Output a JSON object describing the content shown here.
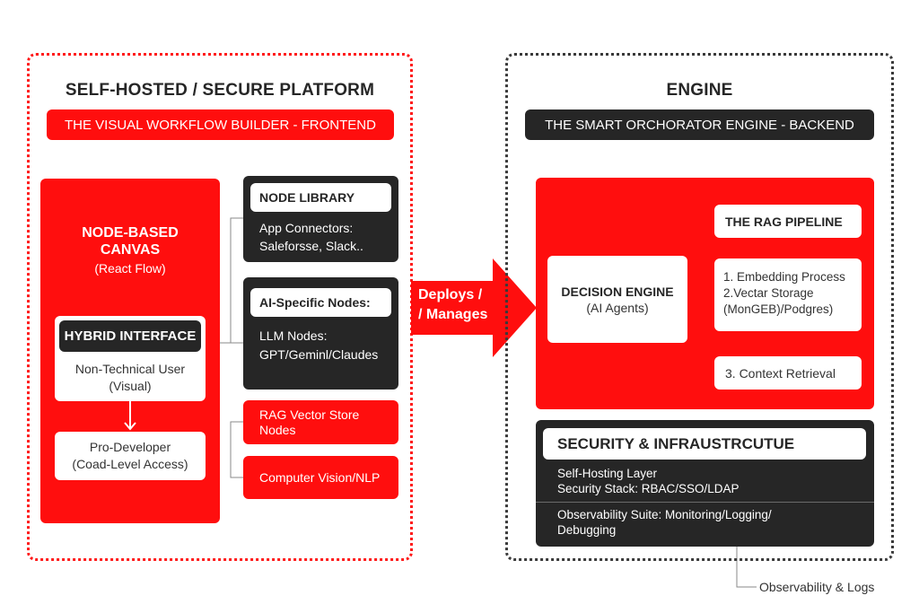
{
  "colors": {
    "accent_red": "#ff0e0e",
    "dark": "#262626",
    "white": "#ffffff"
  },
  "left_panel": {
    "title": "SELF-HOSTED / SECURE PLATFORM",
    "subtitle": "THE VISUAL WORKFLOW BUILDER - FRONTEND",
    "canvas": {
      "title_line1": "NODE-BASED",
      "title_line2": "CANVAS",
      "subtitle": "(React Flow)"
    },
    "hybrid_interface": {
      "title": "HYBRID INTERFACE",
      "line1": "Non-Technical User",
      "line2": "(Visual)"
    },
    "pro_developer": {
      "line1": "Pro-Developer",
      "line2": "(Coad-Level Access)"
    },
    "node_library": {
      "title": "NODE LIBRARY",
      "line1": "App Connectors:",
      "line2": "Saleforsse, Slack.."
    },
    "ai_nodes": {
      "title": "AI-Specific Nodes:",
      "line1": "LLM Nodes:",
      "line2": "GPT/Geminl/Claudes"
    },
    "rag_vector_store": {
      "line1": "RAG Vector Store",
      "line2": "Nodes"
    },
    "computer_vision": {
      "label": "Computer Vision/NLP"
    }
  },
  "arrow": {
    "line1": "Deploys /",
    "line2": "/ Manages"
  },
  "right_panel": {
    "title": "ENGINE",
    "subtitle": "THE SMART ORCHORATOR ENGINE - BACKEND",
    "decision_engine": {
      "title": "DECISION ENGINE",
      "subtitle": "(AI Agents)"
    },
    "rag_pipeline": {
      "title": "THE RAG PIPELINE",
      "step1": "1. Embedding Process",
      "step2_line1": "2.Vectar Storage",
      "step2_line2": "(MonGEB)/Podgres)",
      "step3": "3. Context Retrieval"
    },
    "security": {
      "title": "SECURITY & INFRAUSTRCUTUE",
      "line1": "Self-Hosting Layer",
      "line2": "Security Stack: RBAC/SSO/LDAP",
      "line3": "Observability Suite: Monitoring/Logging/",
      "line4": "Debugging"
    },
    "observability_label": "Observability & Logs"
  }
}
